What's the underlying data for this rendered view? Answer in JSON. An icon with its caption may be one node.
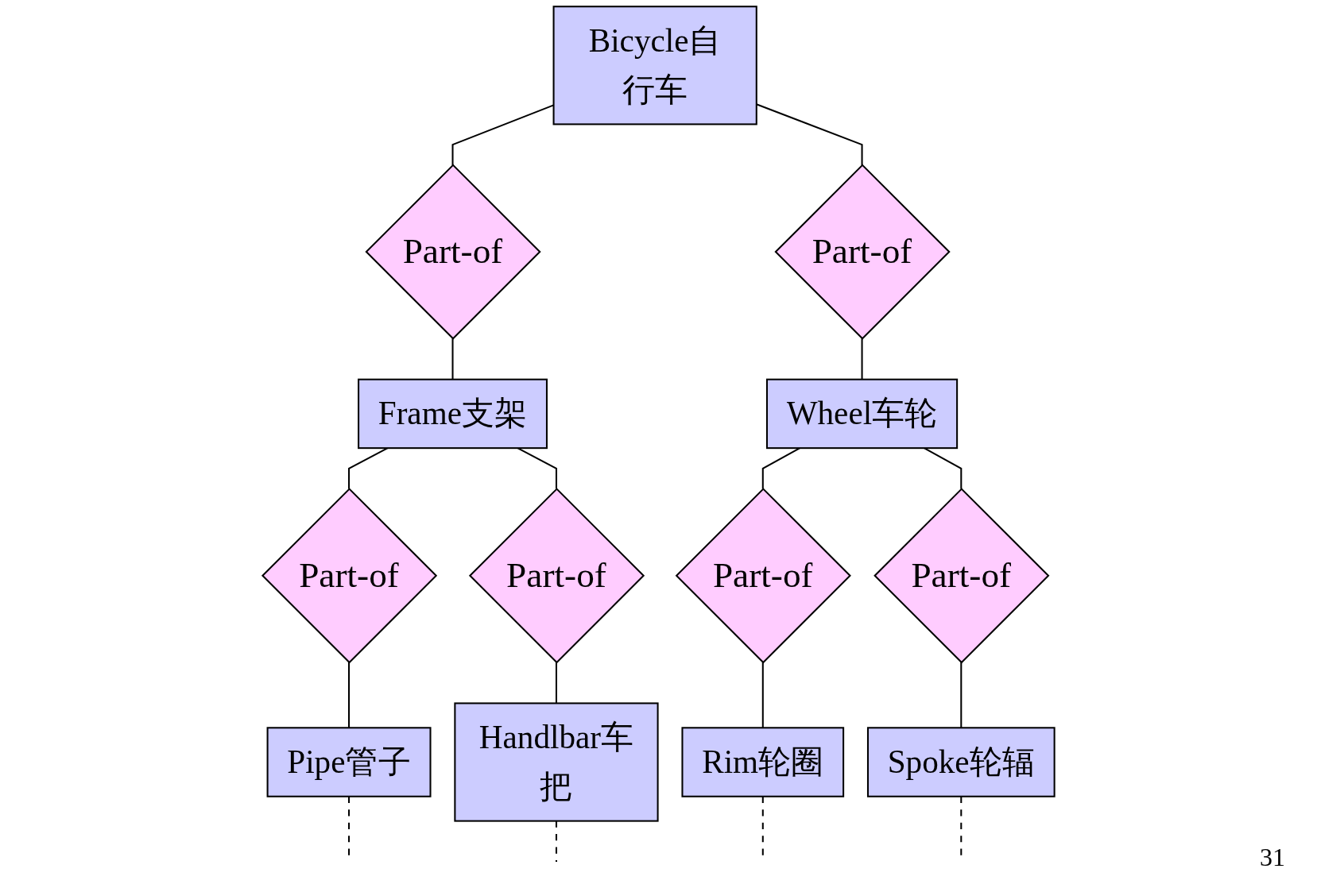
{
  "diagram": {
    "nodes": [
      {
        "text": [
          "Bicycle自行车"
        ]
      },
      {
        "text": [
          "Part-of"
        ]
      },
      {
        "text": [
          "Part-of"
        ]
      },
      {
        "text": [
          "Frame支架"
        ]
      },
      {
        "text": [
          "Wheel车轮"
        ]
      },
      {
        "text": [
          "Part-of"
        ]
      },
      {
        "text": [
          "Part-of"
        ]
      },
      {
        "text": [
          "Part-of"
        ]
      },
      {
        "text": [
          "Part-of"
        ]
      },
      {
        "text": [
          "Pipe管子"
        ]
      },
      {
        "text": [
          "Handlbar车把"
        ]
      },
      {
        "text": [
          "Rim轮圈"
        ]
      },
      {
        "text": [
          "Spoke轮辐"
        ]
      }
    ],
    "edges": [
      {
        "from": 0,
        "to": 1,
        "arrow": "none"
      },
      {
        "from": 0,
        "to": 2,
        "arrow": "none"
      },
      {
        "from": 1,
        "to": 3,
        "arrow": "none"
      },
      {
        "from": 2,
        "to": 4,
        "arrow": "none"
      },
      {
        "from": 3,
        "to": 5,
        "arrow": "none"
      },
      {
        "from": 3,
        "to": 6,
        "arrow": "none"
      },
      {
        "from": 4,
        "to": 7,
        "arrow": "none"
      },
      {
        "from": 4,
        "to": 8,
        "arrow": "none"
      },
      {
        "from": 5,
        "to": 9,
        "arrow": "none"
      },
      {
        "from": 6,
        "to": 10,
        "arrow": "none"
      },
      {
        "from": 7,
        "to": 11,
        "arrow": "none"
      },
      {
        "from": 8,
        "to": 12,
        "arrow": "none"
      },
      {
        "from": 9,
        "to": null,
        "arrow": "none",
        "style": "dashed"
      },
      {
        "from": 10,
        "to": null,
        "arrow": "none",
        "style": "dashed"
      },
      {
        "from": 11,
        "to": null,
        "arrow": "none",
        "style": "dashed"
      },
      {
        "from": 12,
        "to": null,
        "arrow": "none",
        "style": "dashed"
      }
    ],
    "labels": [
      "31"
    ]
  }
}
